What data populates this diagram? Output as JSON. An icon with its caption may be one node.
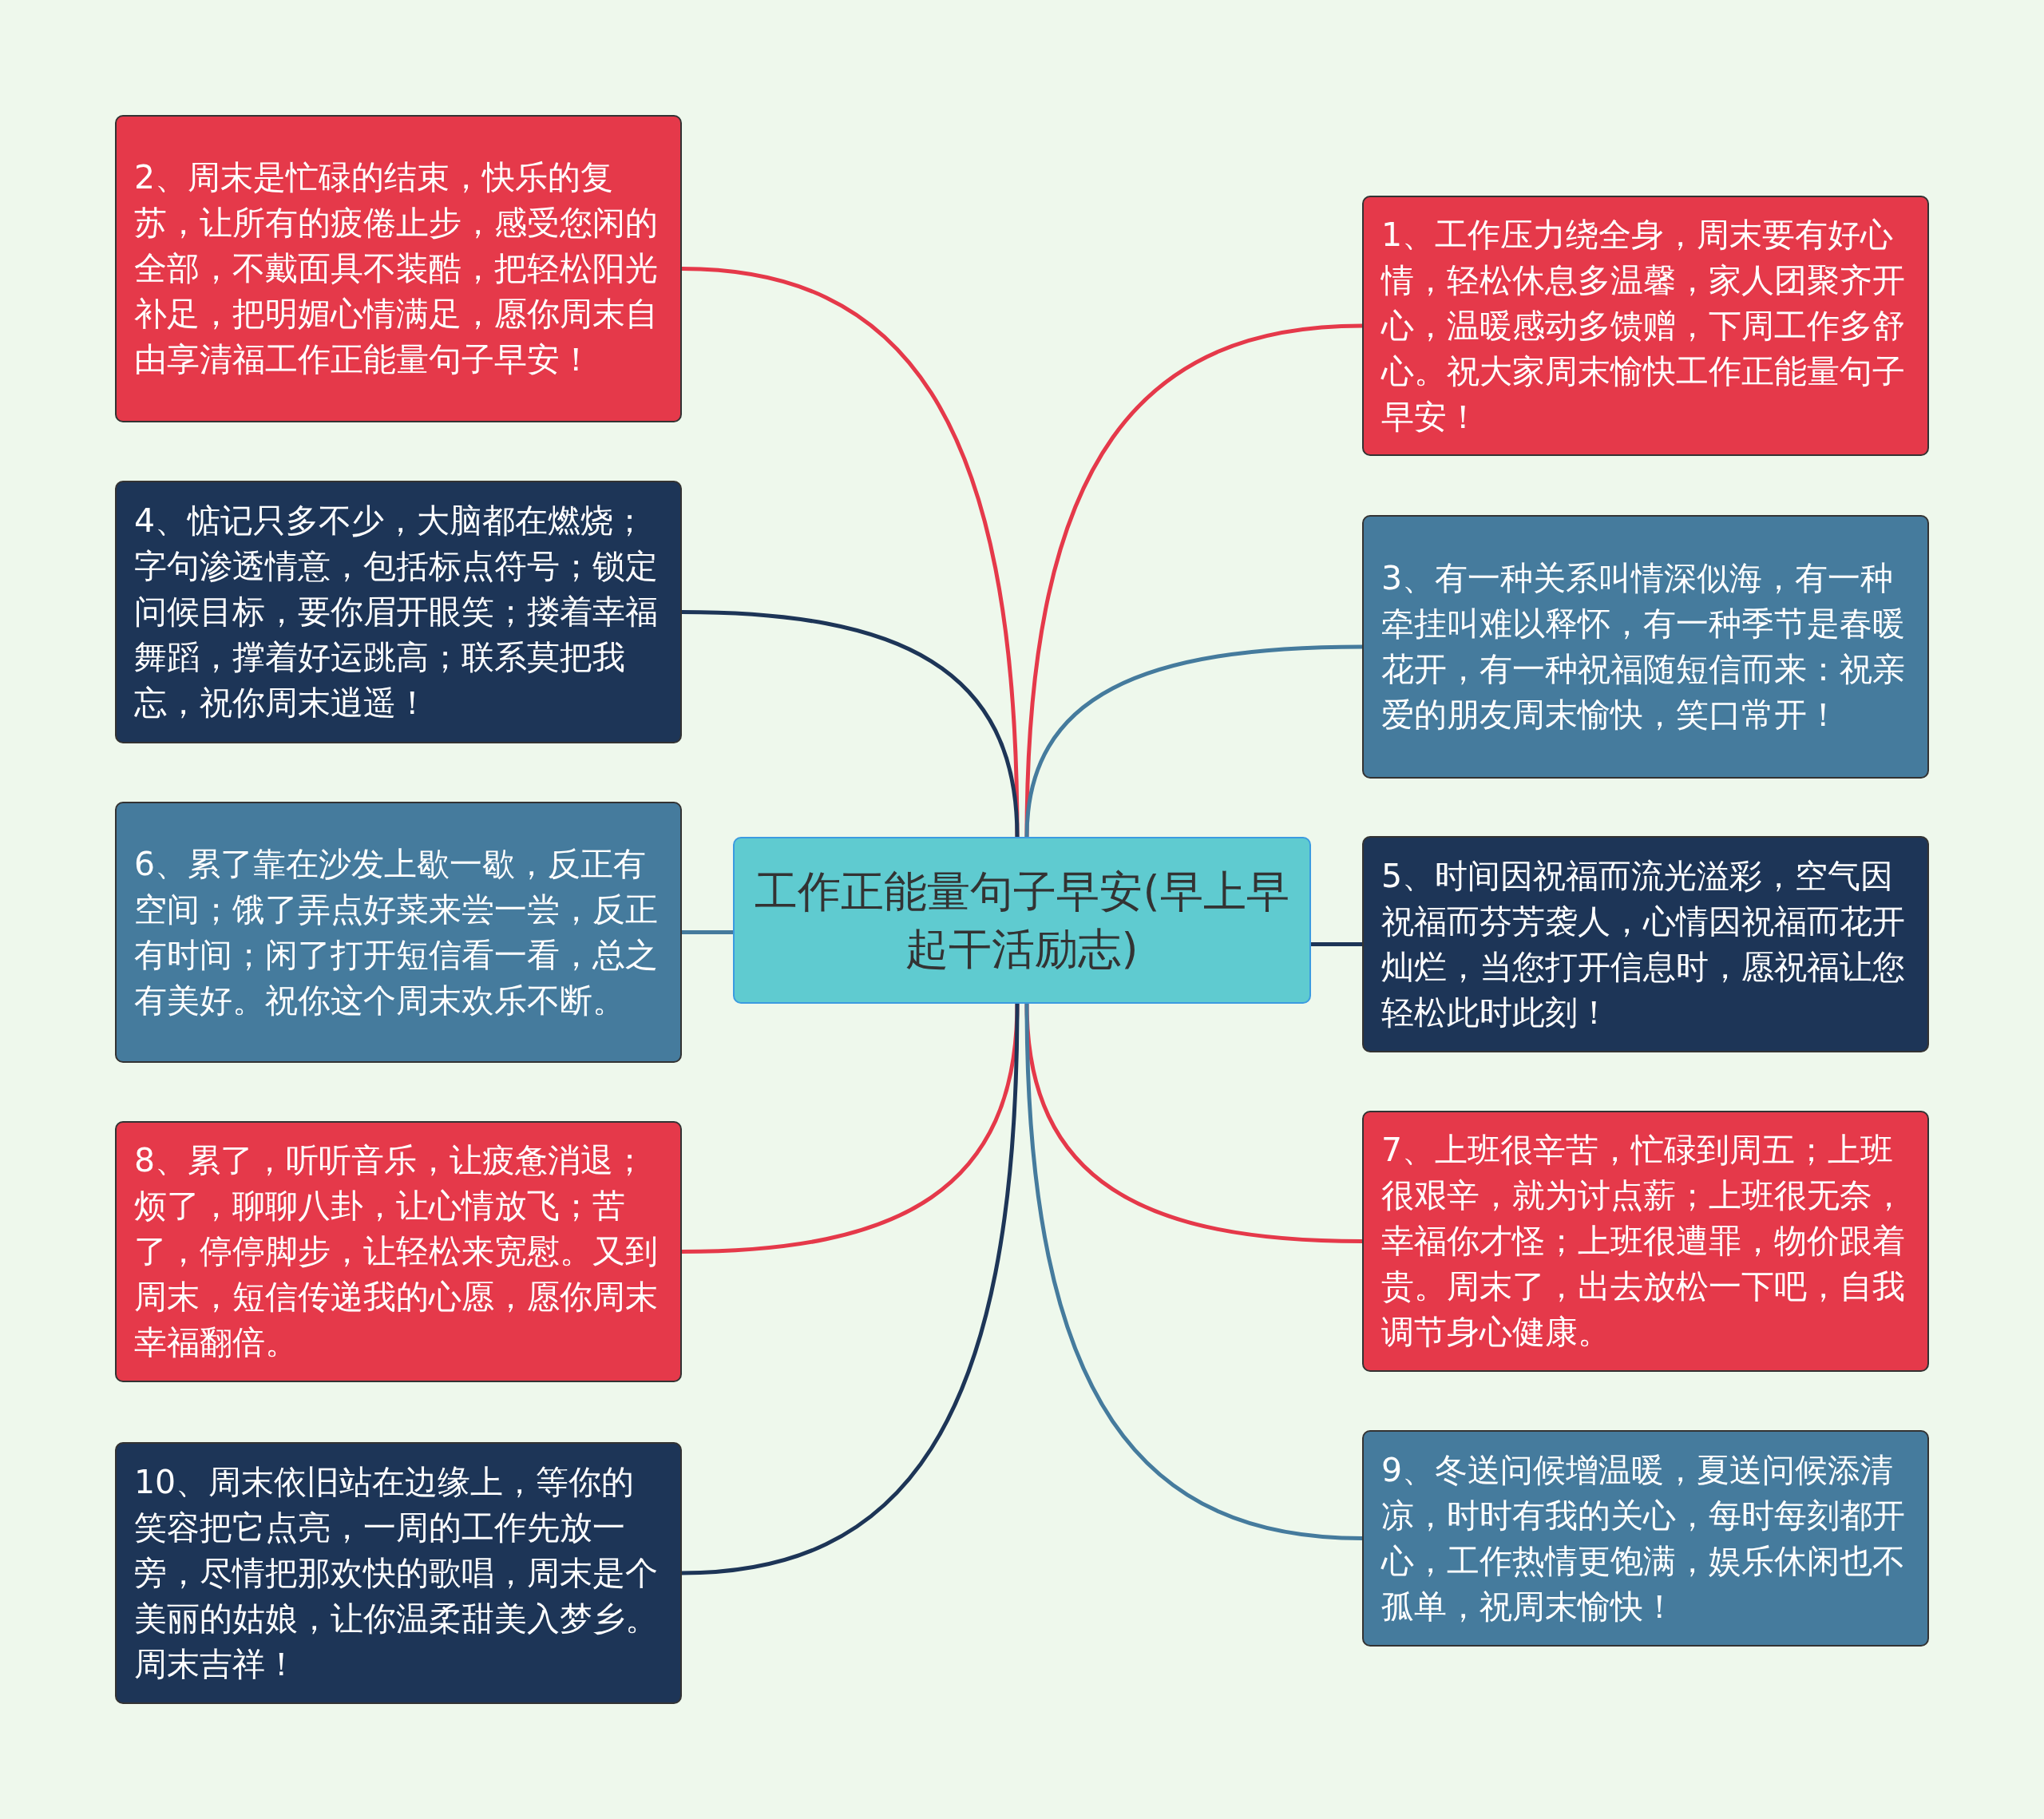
{
  "diagram": {
    "nodes": [
      {
        "text": [
          "工作正能量句子早安(早上早起干活励志)"
        ]
      },
      {
        "text": [
          "1、工作压力绕全身，周末要有好心情，轻松休息多温馨，家人团聚齐开心，温暖感动多馈赠，下周工作多舒心。祝大家周末愉快工作正能量句子早安！"
        ]
      },
      {
        "text": [
          "2、周末是忙碌的结束，快乐的复苏，让所有的疲倦止步，感受您闲的全部，不戴面具不装酷，把轻松阳光补足，把明媚心情满足，愿你周末自由享清福工作正能量句子早安！"
        ]
      },
      {
        "text": [
          "3、有一种关系叫情深似海，有一种牵挂叫难以释怀，有一种季节是春暖花开，有一种祝福随短信而来：祝亲爱的朋友周末愉快，笑口常开！"
        ]
      },
      {
        "text": [
          "4、惦记只多不少，大脑都在燃烧；字句渗透情意，包括标点符号；锁定问候目标，要你眉开眼笑；搂着幸福舞蹈，撑着好运跳高；联系莫把我忘，祝你周末逍遥！"
        ]
      },
      {
        "text": [
          "5、时间因祝福而流光溢彩，空气因祝福而芬芳袭人，心情因祝福而花开灿烂，当您打开信息时，愿祝福让您轻松此时此刻！"
        ]
      },
      {
        "text": [
          "6、累了靠在沙发上歇一歇，反正有空间；饿了弄点好菜来尝一尝，反正有时间；闲了打开短信看一看，总之有美好。祝你这个周末欢乐不断。"
        ]
      },
      {
        "text": [
          "7、上班很辛苦，忙碌到周五；上班很艰辛，就为讨点薪；上班很无奈，幸福你才怪；上班很遭罪，物价跟着贵。周末了，出去放松一下吧，自我调节身心健康。"
        ]
      },
      {
        "text": [
          "8、累了，听听音乐，让疲惫消退；烦了，聊聊八卦，让心情放飞；苦了，停停脚步，让轻松来宽慰。又到周末，短信传递我的心愿，愿你周末幸福翻倍。"
        ]
      },
      {
        "text": [
          "9、冬送问候增温暖，夏送问候添清凉，时时有我的关心，每时每刻都开心，工作热情更饱满，娱乐休闲也不孤单，祝周末愉快！"
        ]
      },
      {
        "text": [
          "10、周末依旧站在边缘上，等你的笑容把它点亮，一周的工作先放一旁，尽情把那欢快的歌唱，周末是个美丽的姑娘，让你温柔甜美入梦乡。周末吉祥！"
        ]
      }
    ],
    "edges": [
      {
        "from": 0,
        "to": 1,
        "arrow": "none",
        "color": "#e5394a"
      },
      {
        "from": 0,
        "to": 2,
        "arrow": "none",
        "color": "#e5394a"
      },
      {
        "from": 0,
        "to": 3,
        "arrow": "none",
        "color": "#457b9d"
      },
      {
        "from": 0,
        "to": 4,
        "arrow": "none",
        "color": "#1d3557"
      },
      {
        "from": 0,
        "to": 5,
        "arrow": "none",
        "color": "#1d3557"
      },
      {
        "from": 0,
        "to": 6,
        "arrow": "none",
        "color": "#457b9d"
      },
      {
        "from": 0,
        "to": 7,
        "arrow": "none",
        "color": "#e5394a"
      },
      {
        "from": 0,
        "to": 8,
        "arrow": "none",
        "color": "#e5394a"
      },
      {
        "from": 0,
        "to": 9,
        "arrow": "none",
        "color": "#457b9d"
      },
      {
        "from": 0,
        "to": 10,
        "arrow": "none",
        "color": "#1d3557"
      }
    ]
  }
}
